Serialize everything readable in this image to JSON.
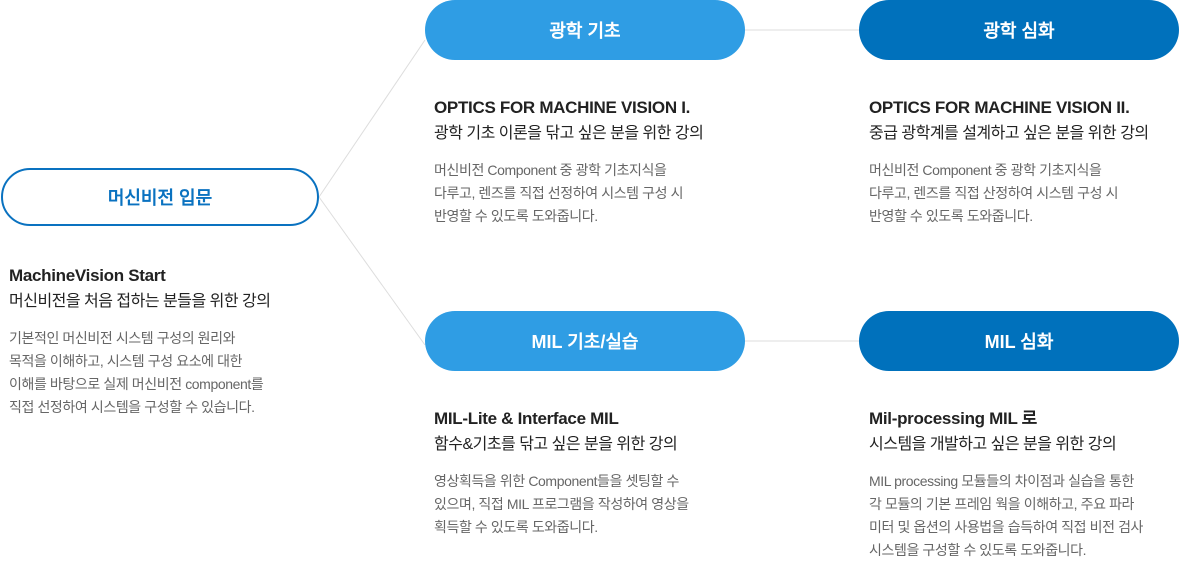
{
  "intro": {
    "label": "머신비전 입문",
    "title": "MachineVision Start",
    "subtitle": "머신비전을 처음 접하는 분들을 위한 강의",
    "desc": [
      "기본적인 머신비전 시스템 구성의 원리와",
      "목적을 이해하고, 시스템 구성 요소에 대한",
      "이해를 바탕으로 실제 머신비전 component를",
      "직접 선정하여 시스템을 구성할 수 있습니다."
    ]
  },
  "optics_basic": {
    "label": "광학 기초",
    "title": "OPTICS FOR MACHINE VISION I.",
    "subtitle": "광학 기초 이론을 닦고 싶은 분을 위한 강의",
    "desc": [
      "머신비전 Component 중 광학 기초지식을",
      "다루고, 렌즈를 직접 선정하여 시스템 구성 시",
      "반영할 수 있도록 도와줍니다."
    ]
  },
  "optics_adv": {
    "label": "광학 심화",
    "title": "OPTICS FOR MACHINE VISION II.",
    "subtitle": "중급 광학계를 설계하고 싶은 분을 위한 강의",
    "desc": [
      "머신비전 Component 중 광학 기초지식을",
      "다루고, 렌즈를 직접 산정하여 시스템 구성 시",
      "반영할 수 있도록 도와줍니다."
    ]
  },
  "mil_basic": {
    "label": "MIL 기초/실습",
    "title": "MIL-Lite & Interface MIL",
    "subtitle": "함수&기초를 닦고 싶은 분을 위한 강의",
    "desc": [
      "영상획득을 위한 Component들을 셋팅할 수",
      "있으며, 직접 MIL 프로그램을 작성하여 영상을",
      "획득할 수 있도록 도와줍니다."
    ]
  },
  "mil_adv": {
    "label": "MIL 심화",
    "title": "Mil-processing MIL 로",
    "subtitle": "시스템을 개발하고 싶은 분을 위한 강의",
    "desc": [
      "MIL processing 모듈들의 차이점과 실습을 통한",
      "각 모듈의 기본 프레임 웍을 이해하고, 주요 파라",
      "미터 및 옵션의 사용법을 습득하여 직접 비전 검사",
      "시스템을 구성할 수 있도록 도와줍니다."
    ]
  },
  "colors": {
    "light": "#2f9de4",
    "dark": "#0071bc",
    "outline": "#0a72c0"
  }
}
